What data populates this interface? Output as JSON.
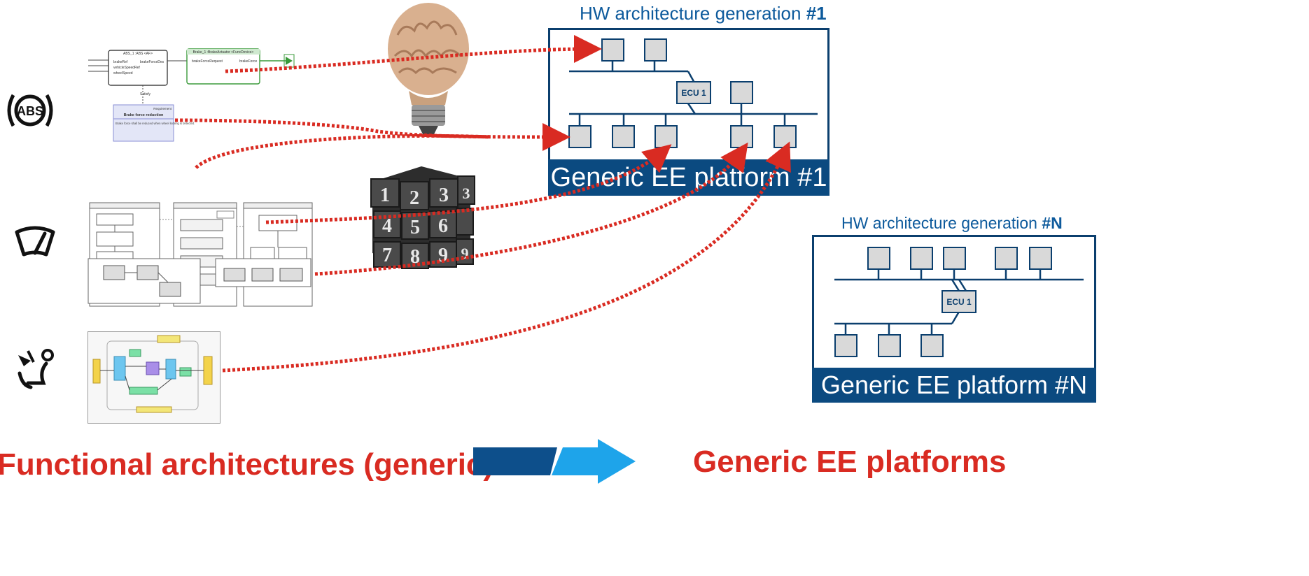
{
  "hw_architecture_1": {
    "title_prefix": "HW architecture generation ",
    "title_suffix": "#1",
    "ecu_label": "ECU 1",
    "platform_label": "Generic EE platform #1"
  },
  "hw_architecture_n": {
    "title_prefix": "HW architecture generation ",
    "title_suffix": "#N",
    "ecu_label": "ECU 1",
    "platform_label": "Generic EE platform #N"
  },
  "functional_models": {
    "abs_icon_text": "ABS",
    "brake_model": {
      "block1_title": "ABS_1 :ABS <AF>",
      "block1_ports": [
        "brakeRef",
        "vehicleSpeedRef",
        "wheelSpeed"
      ],
      "block1_out": "brakeForceDes",
      "block2_title": "Brake_1 :BrakeActuator <FuncDevice>",
      "block2_in": "brakeForceRequest",
      "block2_out": "brakeForce",
      "satisfy_label": "Satisfy",
      "req_stereotype": "Requirement",
      "req_title": "Brake force reduction",
      "req_text": "Brake force shall be reduced when wheel locking is detected."
    }
  },
  "footer": {
    "left_label": "Functional architectures (generic)",
    "right_label": "Generic EE platforms"
  },
  "colors": {
    "accent_red": "#d92b22",
    "platform_blue": "#0b4a80",
    "title_blue": "#0d5a9c",
    "arrow_dark": "#0d4f8b",
    "arrow_light": "#1ea4ea",
    "ecu_fill": "#d9d9d9"
  },
  "icons": [
    "abs-warning-icon",
    "windshield-wiper-icon",
    "seat-airbag-icon",
    "brain-lightbulb-icon",
    "number-cube-icon",
    "right-arrow-icon"
  ]
}
